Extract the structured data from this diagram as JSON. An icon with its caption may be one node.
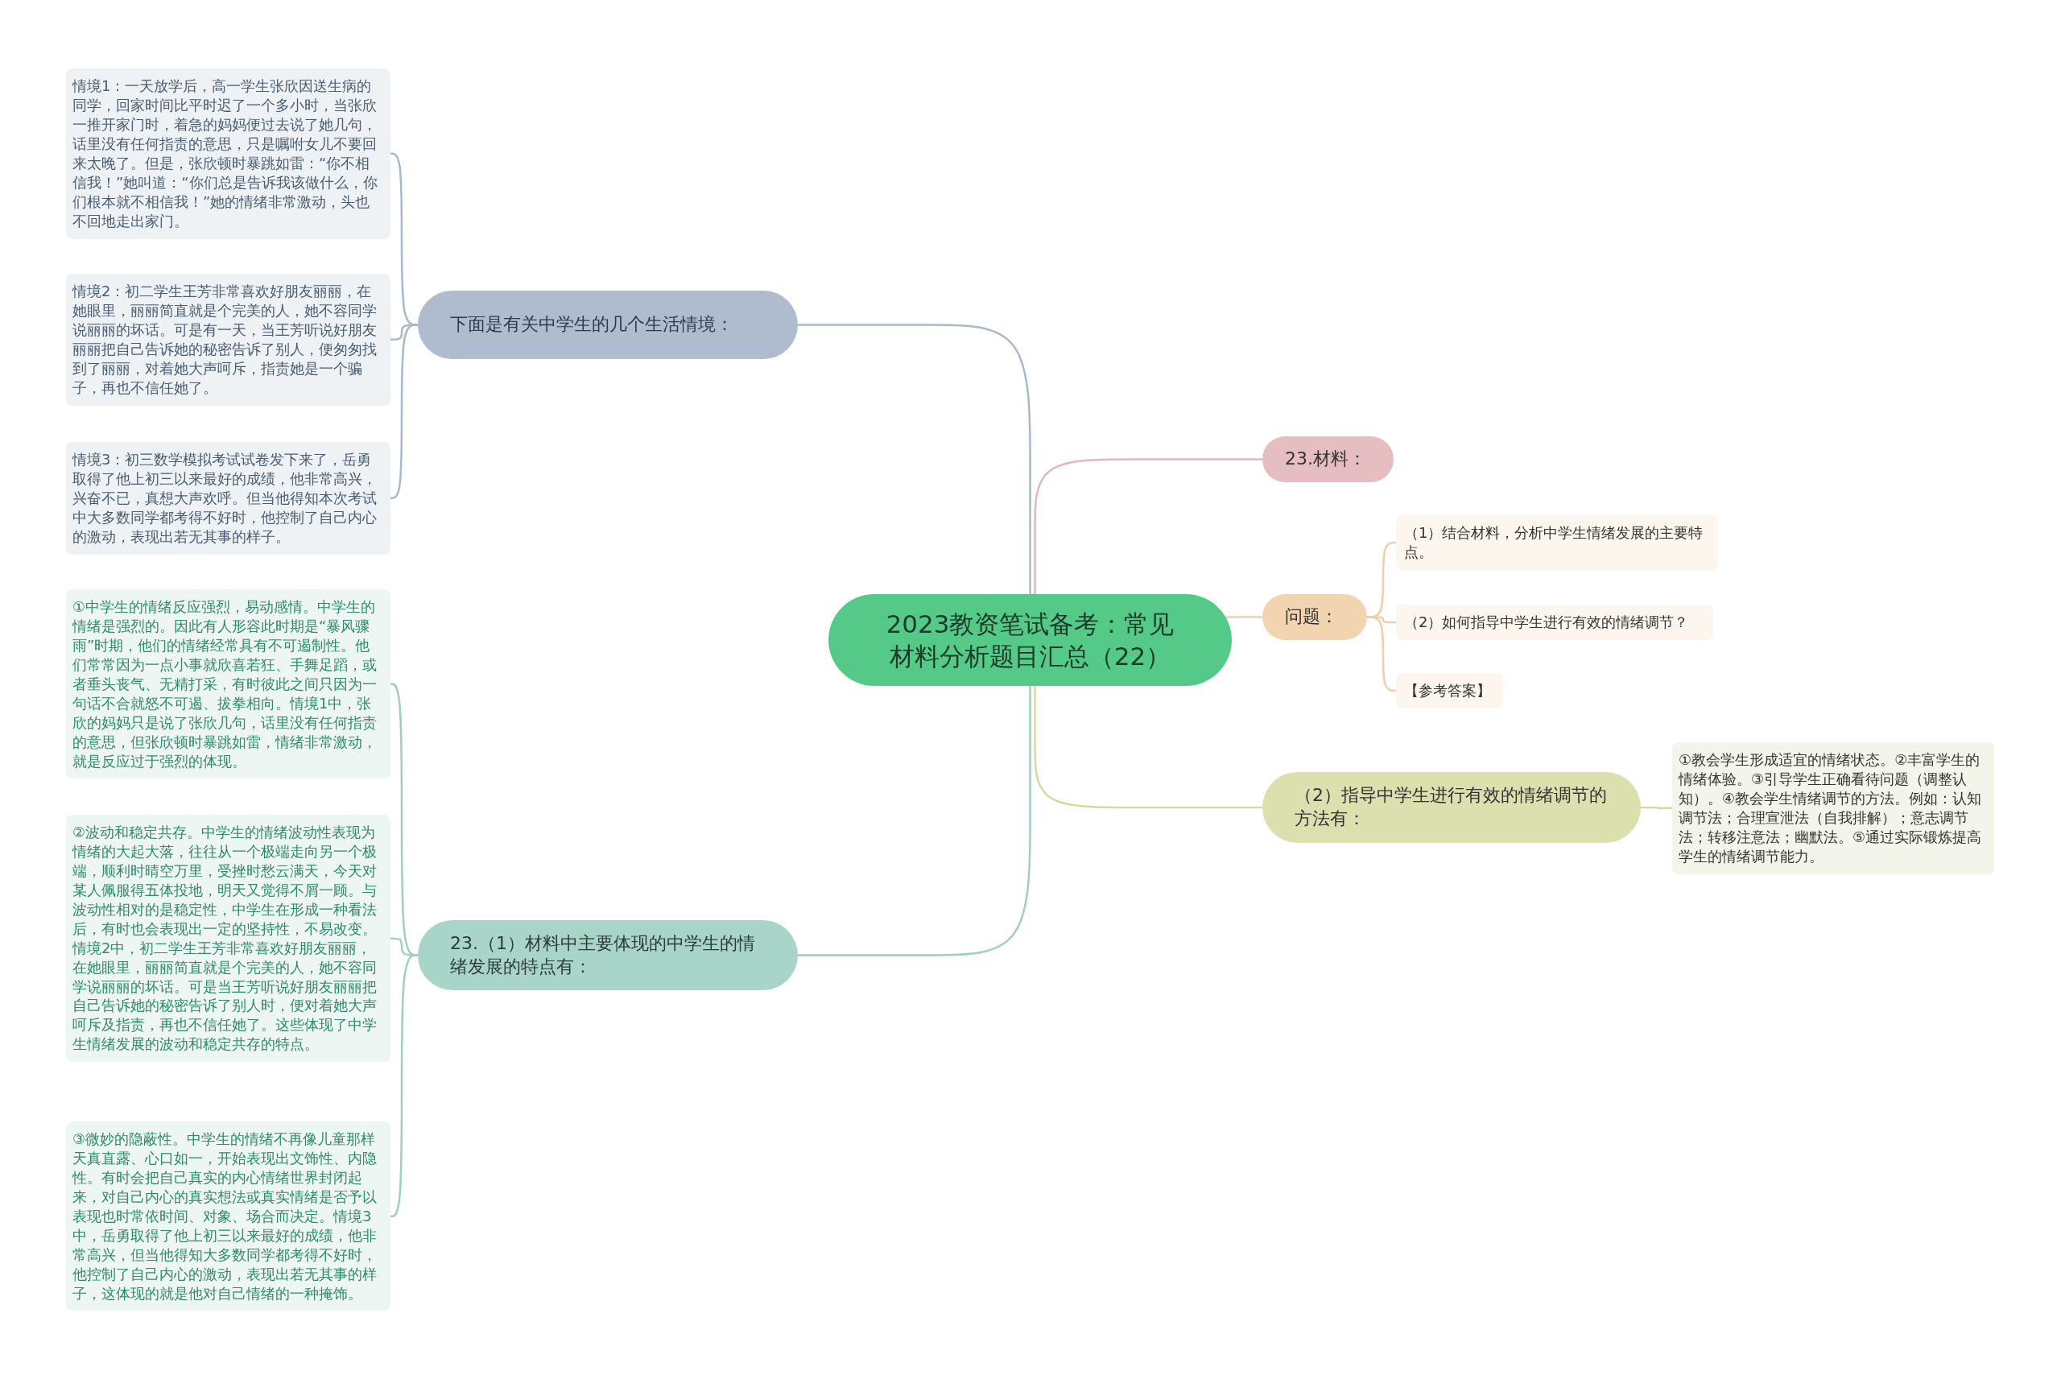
{
  "diagram": {
    "nodes": [
      {
        "text": [
          "2023教资笔试备考：常见材料分析题目汇总（22）"
        ]
      },
      {
        "text": [
          "下面是有关中学生的几个生活情境："
        ]
      },
      {
        "text": [
          "情境1：一天放学后，高一学生张欣因送生病的同学，回家时间比平时迟了一个多小时，当张欣一推开家门时，着急的妈妈便过去说了她几句，话里没有任何指责的意思，只是嘱咐女儿不要回来太晚了。但是，张欣顿时暴跳如雷：“你不相信我！”她叫道：“你们总是告诉我该做什么，你们根本就不相信我！”她的情绪非常激动，头也不回地走出家门。"
        ]
      },
      {
        "text": [
          "情境2：初二学生王芳非常喜欢好朋友丽丽，在她眼里，丽丽简直就是个完美的人，她不容同学说丽丽的坏话。可是有一天，当王芳听说好朋友丽丽把自己告诉她的秘密告诉了别人，便匆匆找到了丽丽，对着她大声呵斥，指责她是一个骗子，再也不信任她了。"
        ]
      },
      {
        "text": [
          "情境3：初三数学模拟考试试卷发下来了，岳勇取得了他上初三以来最好的成绩，他非常高兴，兴奋不已，真想大声欢呼。但当他得知本次考试中大多数同学都考得不好时，他控制了自己内心的激动，表现出若无其事的样子。"
        ]
      },
      {
        "text": [
          "23.材料："
        ]
      },
      {
        "text": [
          "问题："
        ]
      },
      {
        "text": [
          "（1）结合材料，分析中学生情绪发展的主要特点。"
        ]
      },
      {
        "text": [
          "（2）如何指导中学生进行有效的情绪调节？"
        ]
      },
      {
        "text": [
          "【参考答案】"
        ]
      },
      {
        "text": [
          "（2）指导中学生进行有效的情绪调节的方法有："
        ]
      },
      {
        "text": [
          "①教会学生形成适宜的情绪状态。②丰富学生的情绪体验。③引导学生正确看待问题（调整认知）。④教会学生情绪调节的方法。例如：认知调节法；合理宣泄法（自我排解）；意志调节法；转移注意法；幽默法。⑤通过实际锻炼提高学生的情绪调节能力。"
        ]
      },
      {
        "text": [
          "23.（1）材料中主要体现的中学生的情绪发展的特点有："
        ]
      },
      {
        "text": [
          "①中学生的情绪反应强烈，易动感情。中学生的情绪是强烈的。因此有人形容此时期是“暴风骤雨”时期，他们的情绪经常具有不可遏制性。他们常常因为一点小事就欣喜若狂、手舞足蹈，或者垂头丧气、无精打采，有时彼此之间只因为一句话不合就怒不可遏、拔拳相向。情境1中，张欣的妈妈只是说了张欣几句，话里没有任何指责的意思，但张欣顿时暴跳如雷，情绪非常激动，就是反应过于强烈的体现。"
        ]
      },
      {
        "text": [
          "②波动和稳定共存。中学生的情绪波动性表现为情绪的大起大落，往往从一个极端走向另一个极端，顺利时晴空万里，受挫时愁云满天，今天对某人佩服得五体投地，明天又觉得不屑一顾。与波动性相对的是稳定性，中学生在形成一种看法后，有时也会表现出一定的坚持性，不易改变。情境2中，初二学生王芳非常喜欢好朋友丽丽，在她眼里，丽丽简直就是个完美的人，她不容同学说丽丽的坏话。可是当王芳听说好朋友丽丽把自己告诉她的秘密告诉了别人时，便对着她大声呵斥及指责，再也不信任她了。这些体现了中学生情绪发展的波动和稳定共存的特点。"
        ]
      },
      {
        "text": [
          "③微妙的隐蔽性。中学生的情绪不再像儿童那样天真直露、心口如一，开始表现出文饰性、内隐性。有时会把自己真实的内心情绪世界封闭起来，对自己内心的真实想法或真实情绪是否予以表现也时常依时间、对象、场合而决定。情境3中，岳勇取得了他上初三以来最好的成绩，他非常高兴，但当他得知大多数同学都考得不好时，他控制了自己内心的激动，表现出若无其事的样子，这体现的就是他对自己情绪的一种掩饰。"
        ]
      }
    ],
    "edges": [
      {
        "from": 0,
        "to": 1,
        "arrow": "none",
        "color": "#a9b8cc"
      },
      {
        "from": 1,
        "to": 2,
        "arrow": "none",
        "color": "#a9b8cc"
      },
      {
        "from": 1,
        "to": 3,
        "arrow": "none",
        "color": "#a9b8cc"
      },
      {
        "from": 1,
        "to": 4,
        "arrow": "none",
        "color": "#a9b8cc"
      },
      {
        "from": 0,
        "to": 5,
        "arrow": "none",
        "color": "#e2b8bc"
      },
      {
        "from": 0,
        "to": 6,
        "arrow": "none",
        "color": "#efcfa6"
      },
      {
        "from": 6,
        "to": 7,
        "arrow": "none",
        "color": "#efcfa6"
      },
      {
        "from": 6,
        "to": 8,
        "arrow": "none",
        "color": "#efcfa6"
      },
      {
        "from": 6,
        "to": 9,
        "arrow": "none",
        "color": "#efcfa6"
      },
      {
        "from": 0,
        "to": 10,
        "arrow": "none",
        "color": "#d6da9e"
      },
      {
        "from": 10,
        "to": 11,
        "arrow": "none",
        "color": "#d6da9e"
      },
      {
        "from": 0,
        "to": 12,
        "arrow": "none",
        "color": "#9fcfc1"
      },
      {
        "from": 12,
        "to": 13,
        "arrow": "none",
        "color": "#9fcfc1"
      },
      {
        "from": 12,
        "to": 14,
        "arrow": "none",
        "color": "#9fcfc1"
      },
      {
        "from": 12,
        "to": 15,
        "arrow": "none",
        "color": "#9fcfc1"
      }
    ]
  }
}
